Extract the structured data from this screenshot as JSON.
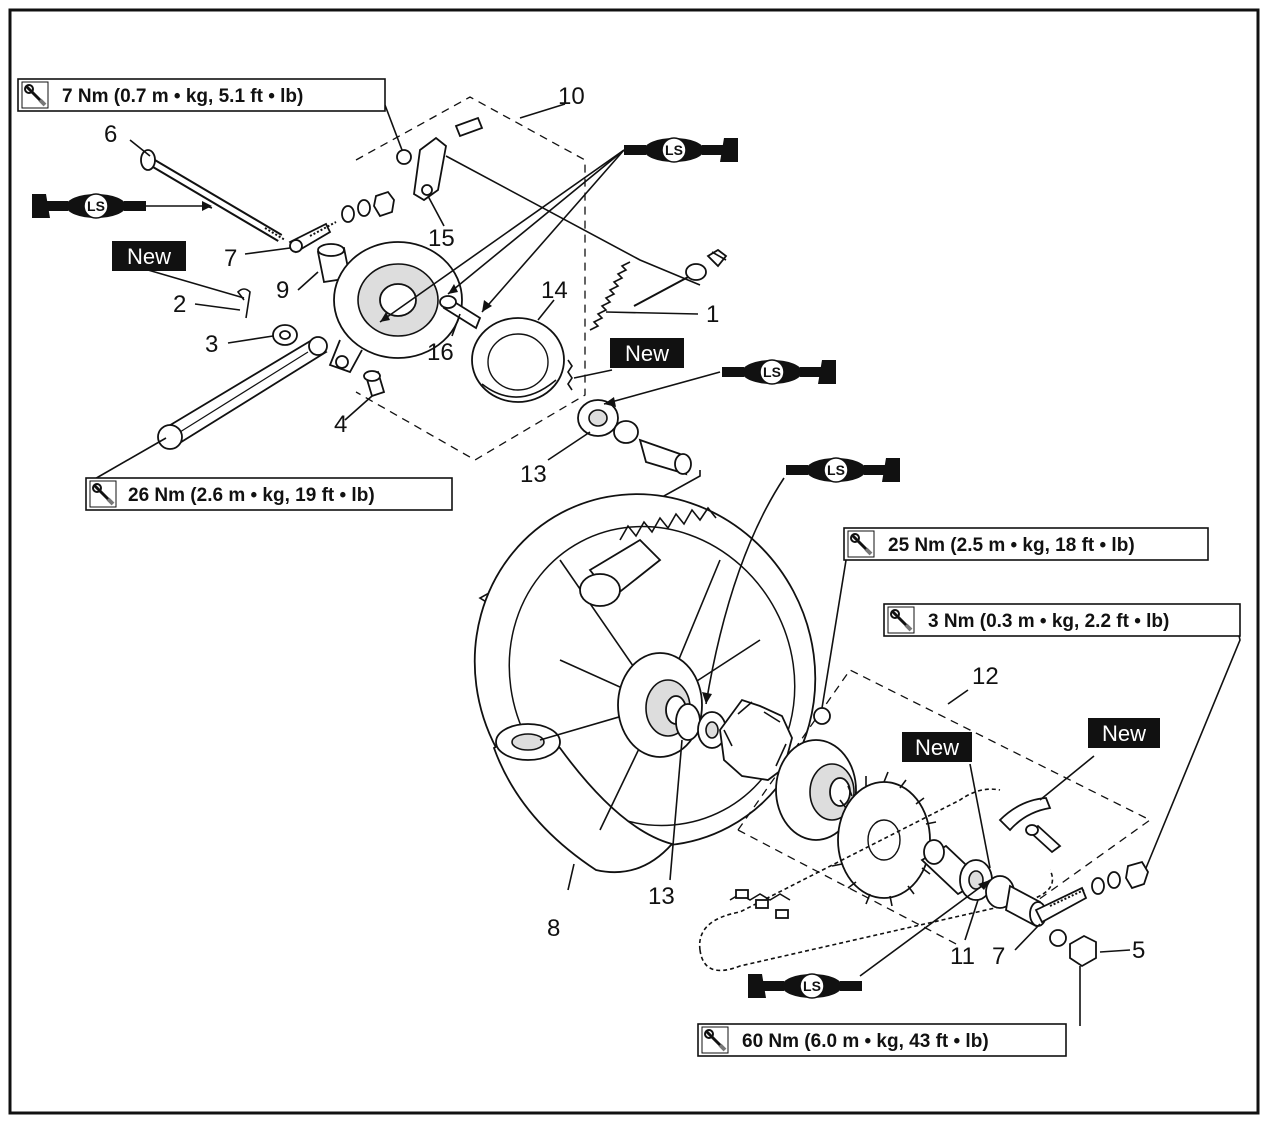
{
  "torque_specs": {
    "t7": "7 Nm (0.7 m • kg, 5.1 ft • lb)",
    "t26": "26 Nm (2.6 m • kg, 19 ft • lb)",
    "t25": "25 Nm (2.5 m • kg, 18 ft • lb)",
    "t3": "3 Nm (0.3 m • kg, 2.2 ft • lb)",
    "t60": "60 Nm (6.0 m • kg, 43 ft • lb)"
  },
  "badges": {
    "new": "New",
    "ls": "LS"
  },
  "part_numbers": {
    "p1": "1",
    "p2": "2",
    "p3": "3",
    "p4": "4",
    "p5": "5",
    "p6": "6",
    "p7a": "7",
    "p7b": "7",
    "p8": "8",
    "p9": "9",
    "p10": "10",
    "p11": "11",
    "p12": "12",
    "p13a": "13",
    "p13b": "13",
    "p14": "14",
    "p15": "15",
    "p16": "16"
  },
  "icons": {
    "torque": "torque-wrench-icon",
    "grease": "lithium-soap-grease-icon"
  }
}
